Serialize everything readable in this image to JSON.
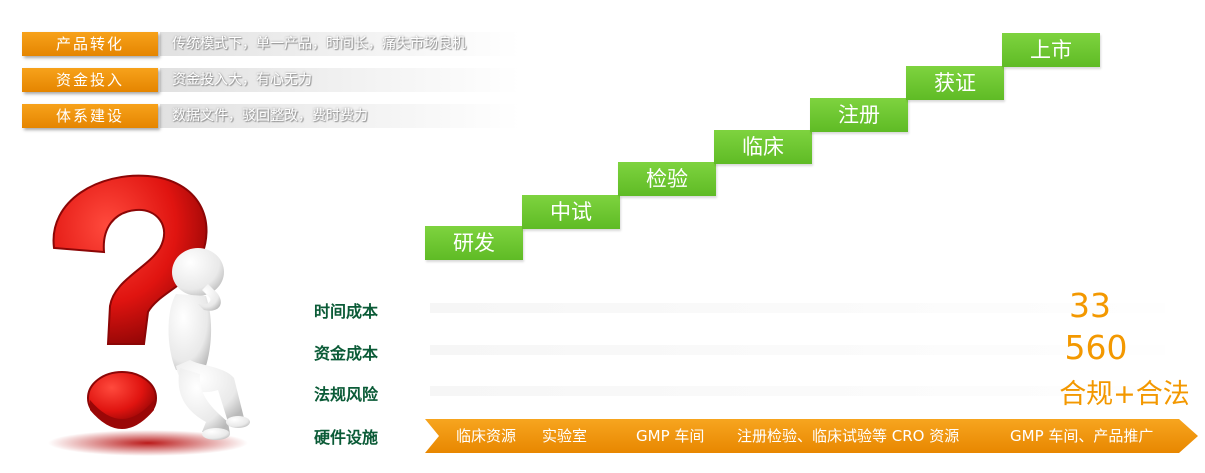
{
  "challenges": [
    {
      "tag": "产品转化",
      "desc": "传统模式下，单一产品，时间长，痛失市场良机"
    },
    {
      "tag": "资金投入",
      "desc": "资金投入大，有心无力"
    },
    {
      "tag": "体系建设",
      "desc": "数据文件，驳回整改，费时费力"
    }
  ],
  "steps": [
    "研发",
    "中试",
    "检验",
    "临床",
    "注册",
    "获证",
    "上市"
  ],
  "rows": [
    {
      "label": "时间成本",
      "value": "33"
    },
    {
      "label": "资金成本",
      "value": "560"
    },
    {
      "label": "法规风险",
      "value": "合规+合法"
    },
    {
      "label": "硬件设施"
    }
  ],
  "hardware": [
    "临床资源",
    "实验室",
    "GMP 车间",
    "注册检验、临床试验等 CRO 资源",
    "GMP 车间、产品推广"
  ],
  "colors": {
    "orange": "#f39800",
    "green": "#6cc72e",
    "dark_green": "#0b5b37",
    "red": "#e30613"
  },
  "icons": [
    "question-mark-illustration",
    "thinking-figure-illustration"
  ]
}
